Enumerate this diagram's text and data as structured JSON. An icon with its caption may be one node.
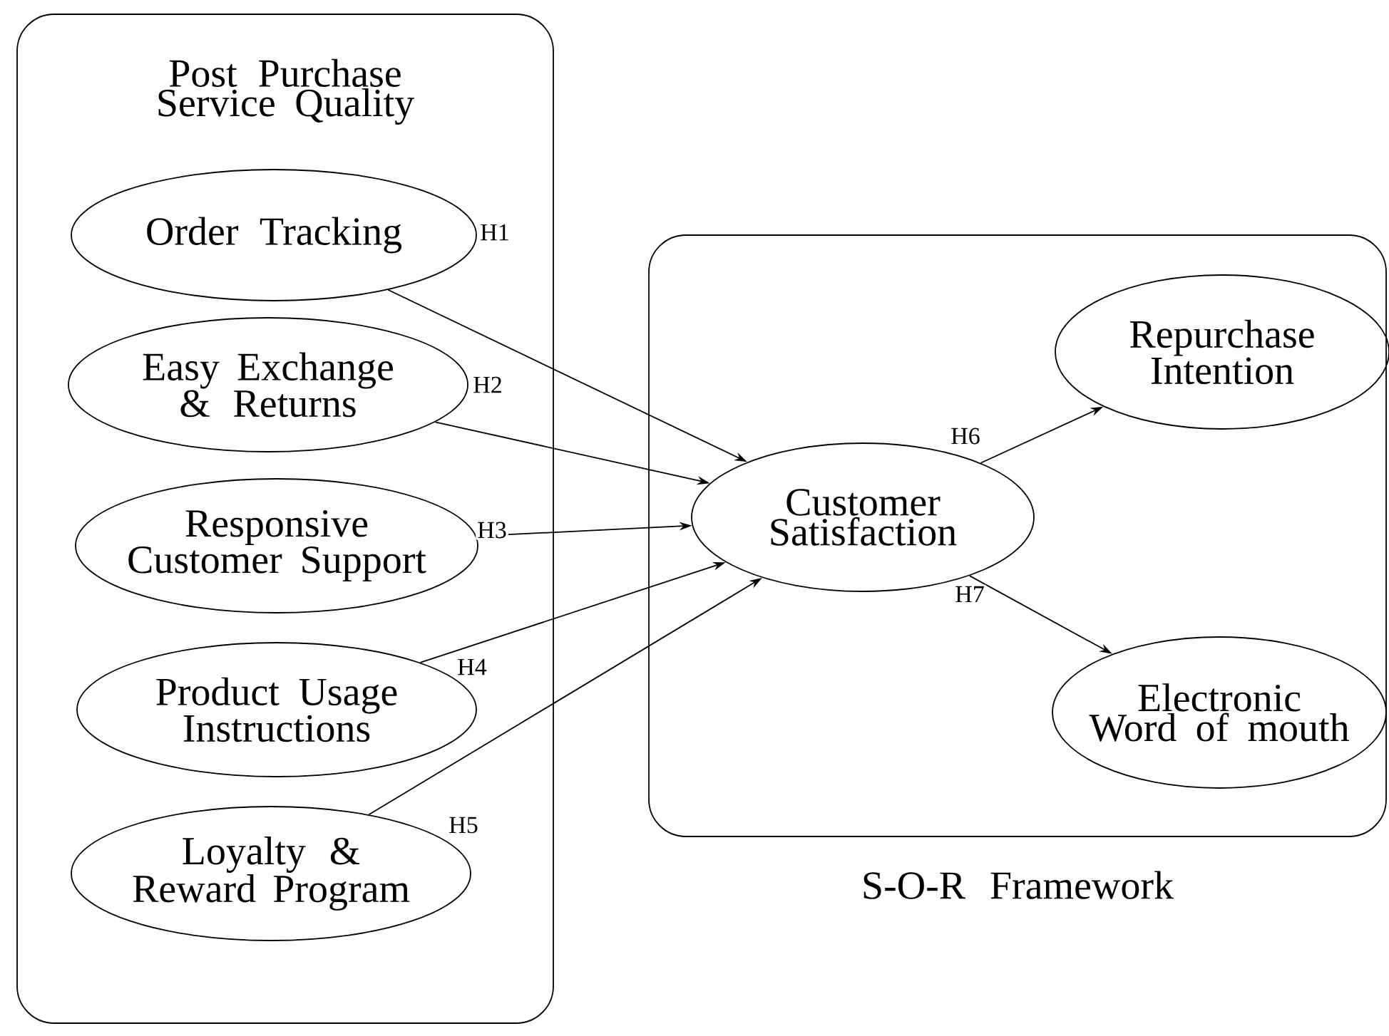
{
  "diagram": {
    "nodes": [
      {
        "text": [
          "Post Purchase Service Quality"
        ]
      },
      {
        "text": [
          "Order Tracking"
        ],
        "in": 0
      },
      {
        "text": [
          "Easy Exchange & Returns"
        ],
        "in": 0
      },
      {
        "text": [
          "Responsive Customer Support"
        ],
        "in": 0
      },
      {
        "text": [
          "Product Usage Instructions"
        ],
        "in": 0
      },
      {
        "text": [
          "Loyalty & Reward Program"
        ],
        "in": 0
      },
      {
        "text": [
          "S-O-R Framework"
        ]
      },
      {
        "text": [
          "Customer Satisfaction"
        ],
        "in": 6
      },
      {
        "text": [
          "Repurchase Intention"
        ],
        "in": 6
      },
      {
        "text": [
          "Electronic Word of mouth"
        ],
        "in": 6
      }
    ],
    "edges": [
      {
        "from": 1,
        "to": 7,
        "arrow": "to",
        "label": "H1"
      },
      {
        "from": 2,
        "to": 7,
        "arrow": "to",
        "label": "H2"
      },
      {
        "from": 3,
        "to": 7,
        "arrow": "to",
        "label": "H3"
      },
      {
        "from": 4,
        "to": 7,
        "arrow": "to",
        "label": "H4"
      },
      {
        "from": 5,
        "to": 7,
        "arrow": "to",
        "label": "H5"
      },
      {
        "from": 7,
        "to": 8,
        "arrow": "to",
        "label": "H6"
      },
      {
        "from": 7,
        "to": 9,
        "arrow": "to",
        "label": "H7"
      }
    ]
  }
}
